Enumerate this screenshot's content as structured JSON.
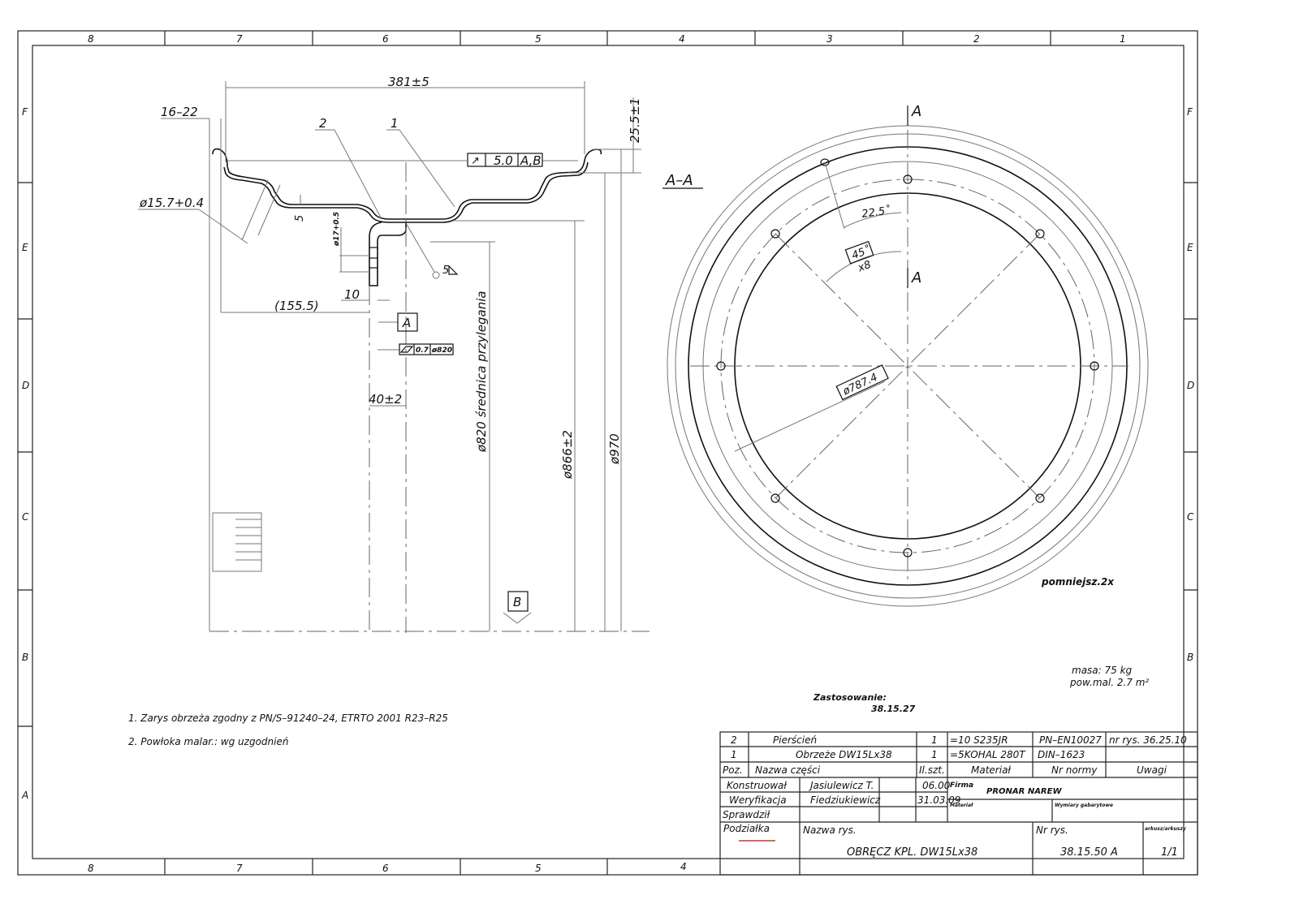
{
  "frame": {
    "columns": [
      "8",
      "7",
      "6",
      "5",
      "4",
      "3",
      "2",
      "1"
    ],
    "rows": [
      "F",
      "E",
      "D",
      "C",
      "B",
      "A"
    ],
    "bottom_columns": [
      "8",
      "7",
      "6",
      "5",
      "4"
    ]
  },
  "profile_view": {
    "dim_width": "381±5",
    "dim_flange": "16–22",
    "dim_height": "25.5±1",
    "leader_2": "2",
    "leader_1": "1",
    "runout_symbol": "↗",
    "runout_value": "5.0",
    "runout_datum": "A,B",
    "dim_valve_hole": "ø15.7+0.4",
    "dim_5": "5",
    "dim_hole_17": "ø17+0.5",
    "weld": "5",
    "dim_10": "10",
    "dim_155": "(155.5)",
    "datum_a": "A",
    "flatness_value": "0.7",
    "flatness_dia": "ø820",
    "dim_40": "40±2",
    "dim_820": "ø820 średnica przylegania",
    "dim_866": "ø866±2",
    "dim_970": "ø970",
    "datum_b": "B"
  },
  "section_view": {
    "section_label": "A–A",
    "cut_label_top": "A",
    "cut_label_mid": "A",
    "angle_22": "22.5˚",
    "angle_45": "45˚",
    "angle_count": "x8",
    "dim_787": "ø787.4",
    "scale_note": "pomniejsz.2x"
  },
  "notes": [
    "1. Zarys obrzeża zgodny z PN/S–91240–24, ETRTO 2001 R23–R25",
    "2. Powłoka malar.: wg uzgodnień"
  ],
  "mass": {
    "masa": "masa:  75 kg",
    "pow": "pow.mal.  2.7 m²"
  },
  "application": {
    "label": "Zastosowanie:",
    "value": "38.15.27"
  },
  "title_block": {
    "parts": [
      {
        "poz": "2",
        "name": "Pierścień",
        "qty": "1",
        "material": "=10  S235JR",
        "norm": "PN–EN10027",
        "note": "nr rys.  36.25.10"
      },
      {
        "poz": "1",
        "name": "Obrzeże DW15Lx38",
        "qty": "1",
        "material": "=5KOHAL  280T",
        "norm": "DIN–1623",
        "note": ""
      }
    ],
    "headers": {
      "poz": "Poz.",
      "name": "Nazwa części",
      "qty": "Il.szt.",
      "material": "Materiał",
      "norm": "Nr normy",
      "note": "Uwagi"
    },
    "roles": [
      {
        "role": "Konstruował",
        "person": "Jasiulewicz T.",
        "date": "06.00"
      },
      {
        "role": "Weryfikacja",
        "person": "Fiedziukiewicz",
        "date": "31.03.09"
      },
      {
        "role": "Sprawdził",
        "person": "",
        "date": ""
      }
    ],
    "firma_label": "Firma",
    "firma": "PRONAR NAREW",
    "material_label": "Materiał",
    "dims_label": "Wymiary gabarytowe",
    "scale_label": "Podziałka",
    "name_label": "Nazwa rys.",
    "name": "OBRĘCZ KPL. DW15Lx38",
    "number_label": "Nr rys.",
    "number": "38.15.50 A",
    "sheet_label": "arkusz/arkuszy",
    "sheet": "1/1"
  },
  "colors": {
    "scale_line": "#c0392b"
  }
}
